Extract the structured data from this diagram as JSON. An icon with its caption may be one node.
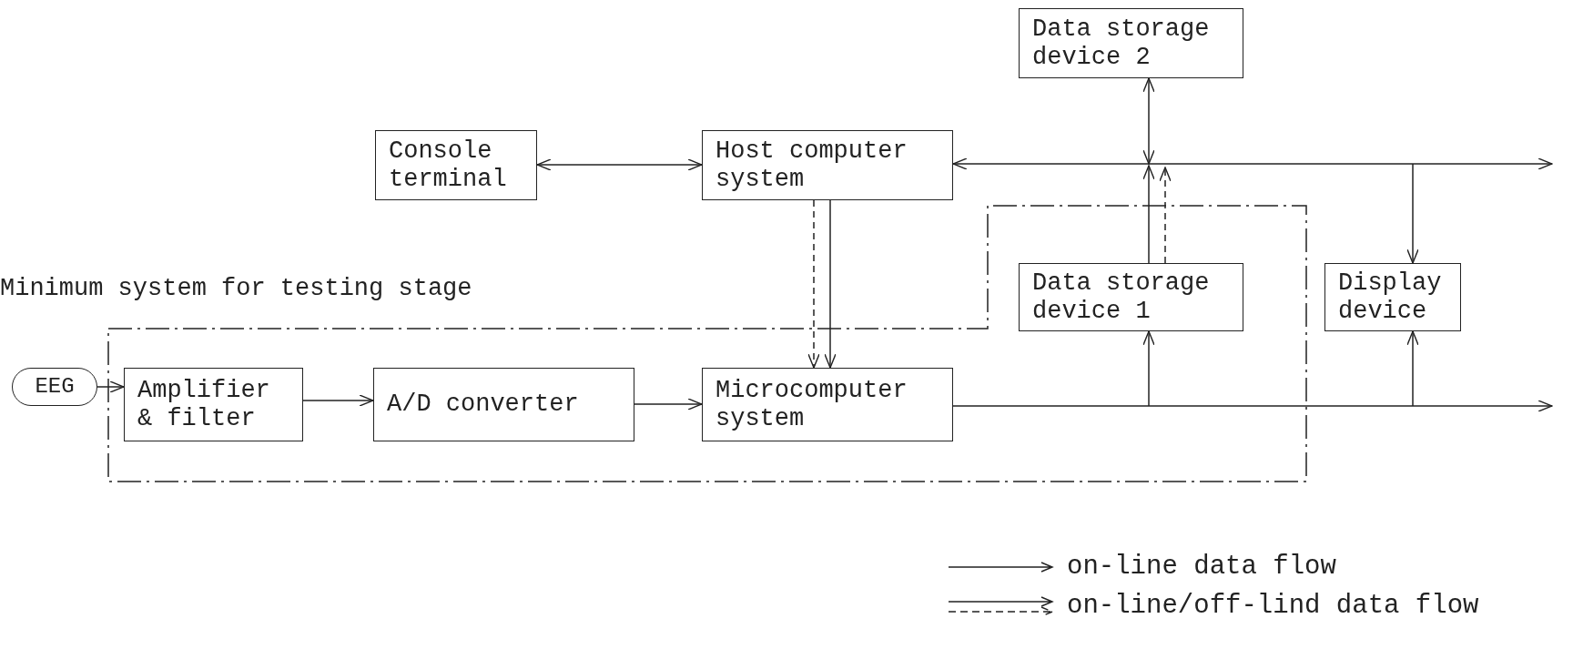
{
  "diagram": {
    "nodes": [
      {
        "text": [
          "Data storage device 2"
        ]
      },
      {
        "text": [
          "Console terminal"
        ]
      },
      {
        "text": [
          "Host computer system"
        ]
      },
      {
        "text": [
          "Minimum system for testing stage"
        ]
      },
      {
        "text": [
          "Data storage device 1"
        ],
        "in": 3
      },
      {
        "text": [
          "Display device"
        ]
      },
      {
        "text": [
          "EEG"
        ]
      },
      {
        "text": [
          "Amplifier & filter"
        ],
        "in": 3
      },
      {
        "text": [
          "A/D converter"
        ],
        "in": 3
      },
      {
        "text": [
          "Microcomputer system"
        ],
        "in": 3
      }
    ],
    "edges": [
      {
        "from": 1,
        "to": 2,
        "arrow": "both"
      },
      {
        "from": 2,
        "to": null,
        "arrow": "both"
      },
      {
        "from": 0,
        "to": null,
        "arrow": "both"
      },
      {
        "from": 4,
        "to": null,
        "arrow": "to"
      },
      {
        "from": 4,
        "to": null,
        "arrow": "to",
        "style": "dashed"
      },
      {
        "from": null,
        "to": 5,
        "arrow": "to"
      },
      {
        "from": 2,
        "to": 9,
        "arrow": "to",
        "style": "dashed"
      },
      {
        "from": 2,
        "to": 9,
        "arrow": "to"
      },
      {
        "from": 6,
        "to": 7,
        "arrow": "to"
      },
      {
        "from": 7,
        "to": 8,
        "arrow": "to"
      },
      {
        "from": 8,
        "to": 9,
        "arrow": "to"
      },
      {
        "from": 9,
        "to": null,
        "arrow": "to"
      },
      {
        "from": null,
        "to": 4,
        "arrow": "to"
      },
      {
        "from": null,
        "to": 5,
        "arrow": "to"
      }
    ],
    "legend": [
      {
        "text": "on-line data flow"
      },
      {
        "text": "on-line/off-lind data flow"
      }
    ]
  }
}
